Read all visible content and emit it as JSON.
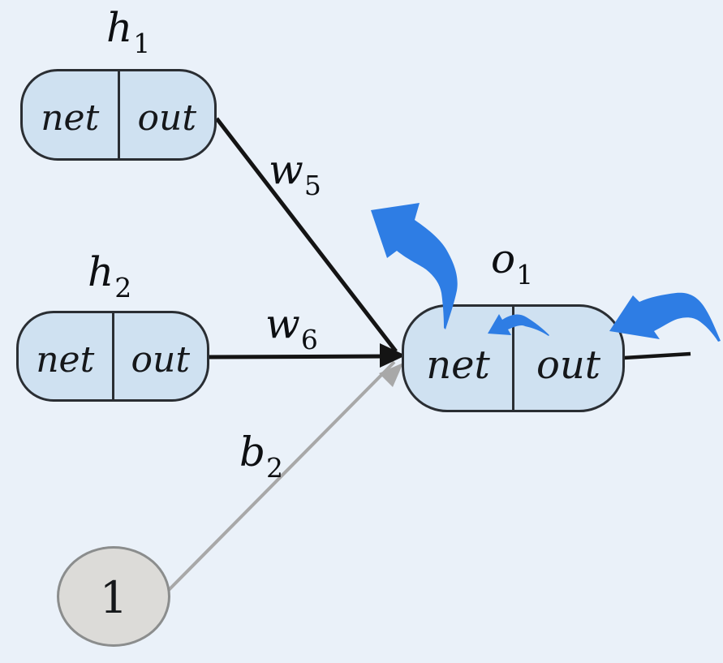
{
  "diagram": {
    "description": "Backpropagation diagram: hidden neurons feed output neuron",
    "nodes": {
      "h1": {
        "left_text": "net",
        "right_text": "out"
      },
      "h2": {
        "left_text": "net",
        "right_text": "out"
      },
      "o1": {
        "left_text": "net",
        "right_text": "out"
      },
      "bias": {
        "value": "1"
      }
    },
    "labels": {
      "h1": {
        "base": "h",
        "sub": "1"
      },
      "h2": {
        "base": "h",
        "sub": "2"
      },
      "o1": {
        "base": "o",
        "sub": "1"
      },
      "w5": {
        "base": "w",
        "sub": "5"
      },
      "w6": {
        "base": "w",
        "sub": "6"
      },
      "b2": {
        "base": "b",
        "sub": "2"
      }
    },
    "colors": {
      "background": "#eaf1f9",
      "node_fill": "#cfe1f1",
      "node_border": "#2a2e33",
      "bias_fill": "#dcdbd8",
      "bias_border": "#8b8d8d",
      "arrow_blue": "#2e7de4",
      "edge_black": "#141414",
      "edge_gray": "#a8a8a8"
    }
  }
}
